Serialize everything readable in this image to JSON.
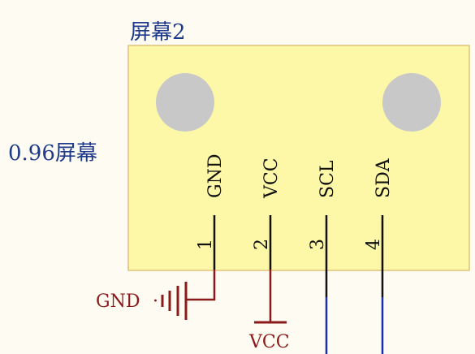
{
  "designator": "屏幕2",
  "part_value": "0.96屏幕",
  "pins": [
    {
      "number": "1",
      "name": "GND"
    },
    {
      "number": "2",
      "name": "VCC"
    },
    {
      "number": "3",
      "name": "SCL"
    },
    {
      "number": "4",
      "name": "SDA"
    }
  ],
  "net_labels": {
    "gnd": "GND",
    "vcc": "VCC"
  },
  "colors": {
    "body_fill": "#fdf7a8",
    "body_border": "#e0c27a",
    "mount_hole": "#c8c8c8",
    "pin_line": "#111111",
    "net_power": "#8b1a1a",
    "wire": "#1a2fb0",
    "text_blue": "#1f3a8a"
  },
  "icons": {
    "ground": "ground-symbol-icon",
    "power": "vcc-power-symbol-icon",
    "mount_hole": "mounting-hole-icon"
  }
}
